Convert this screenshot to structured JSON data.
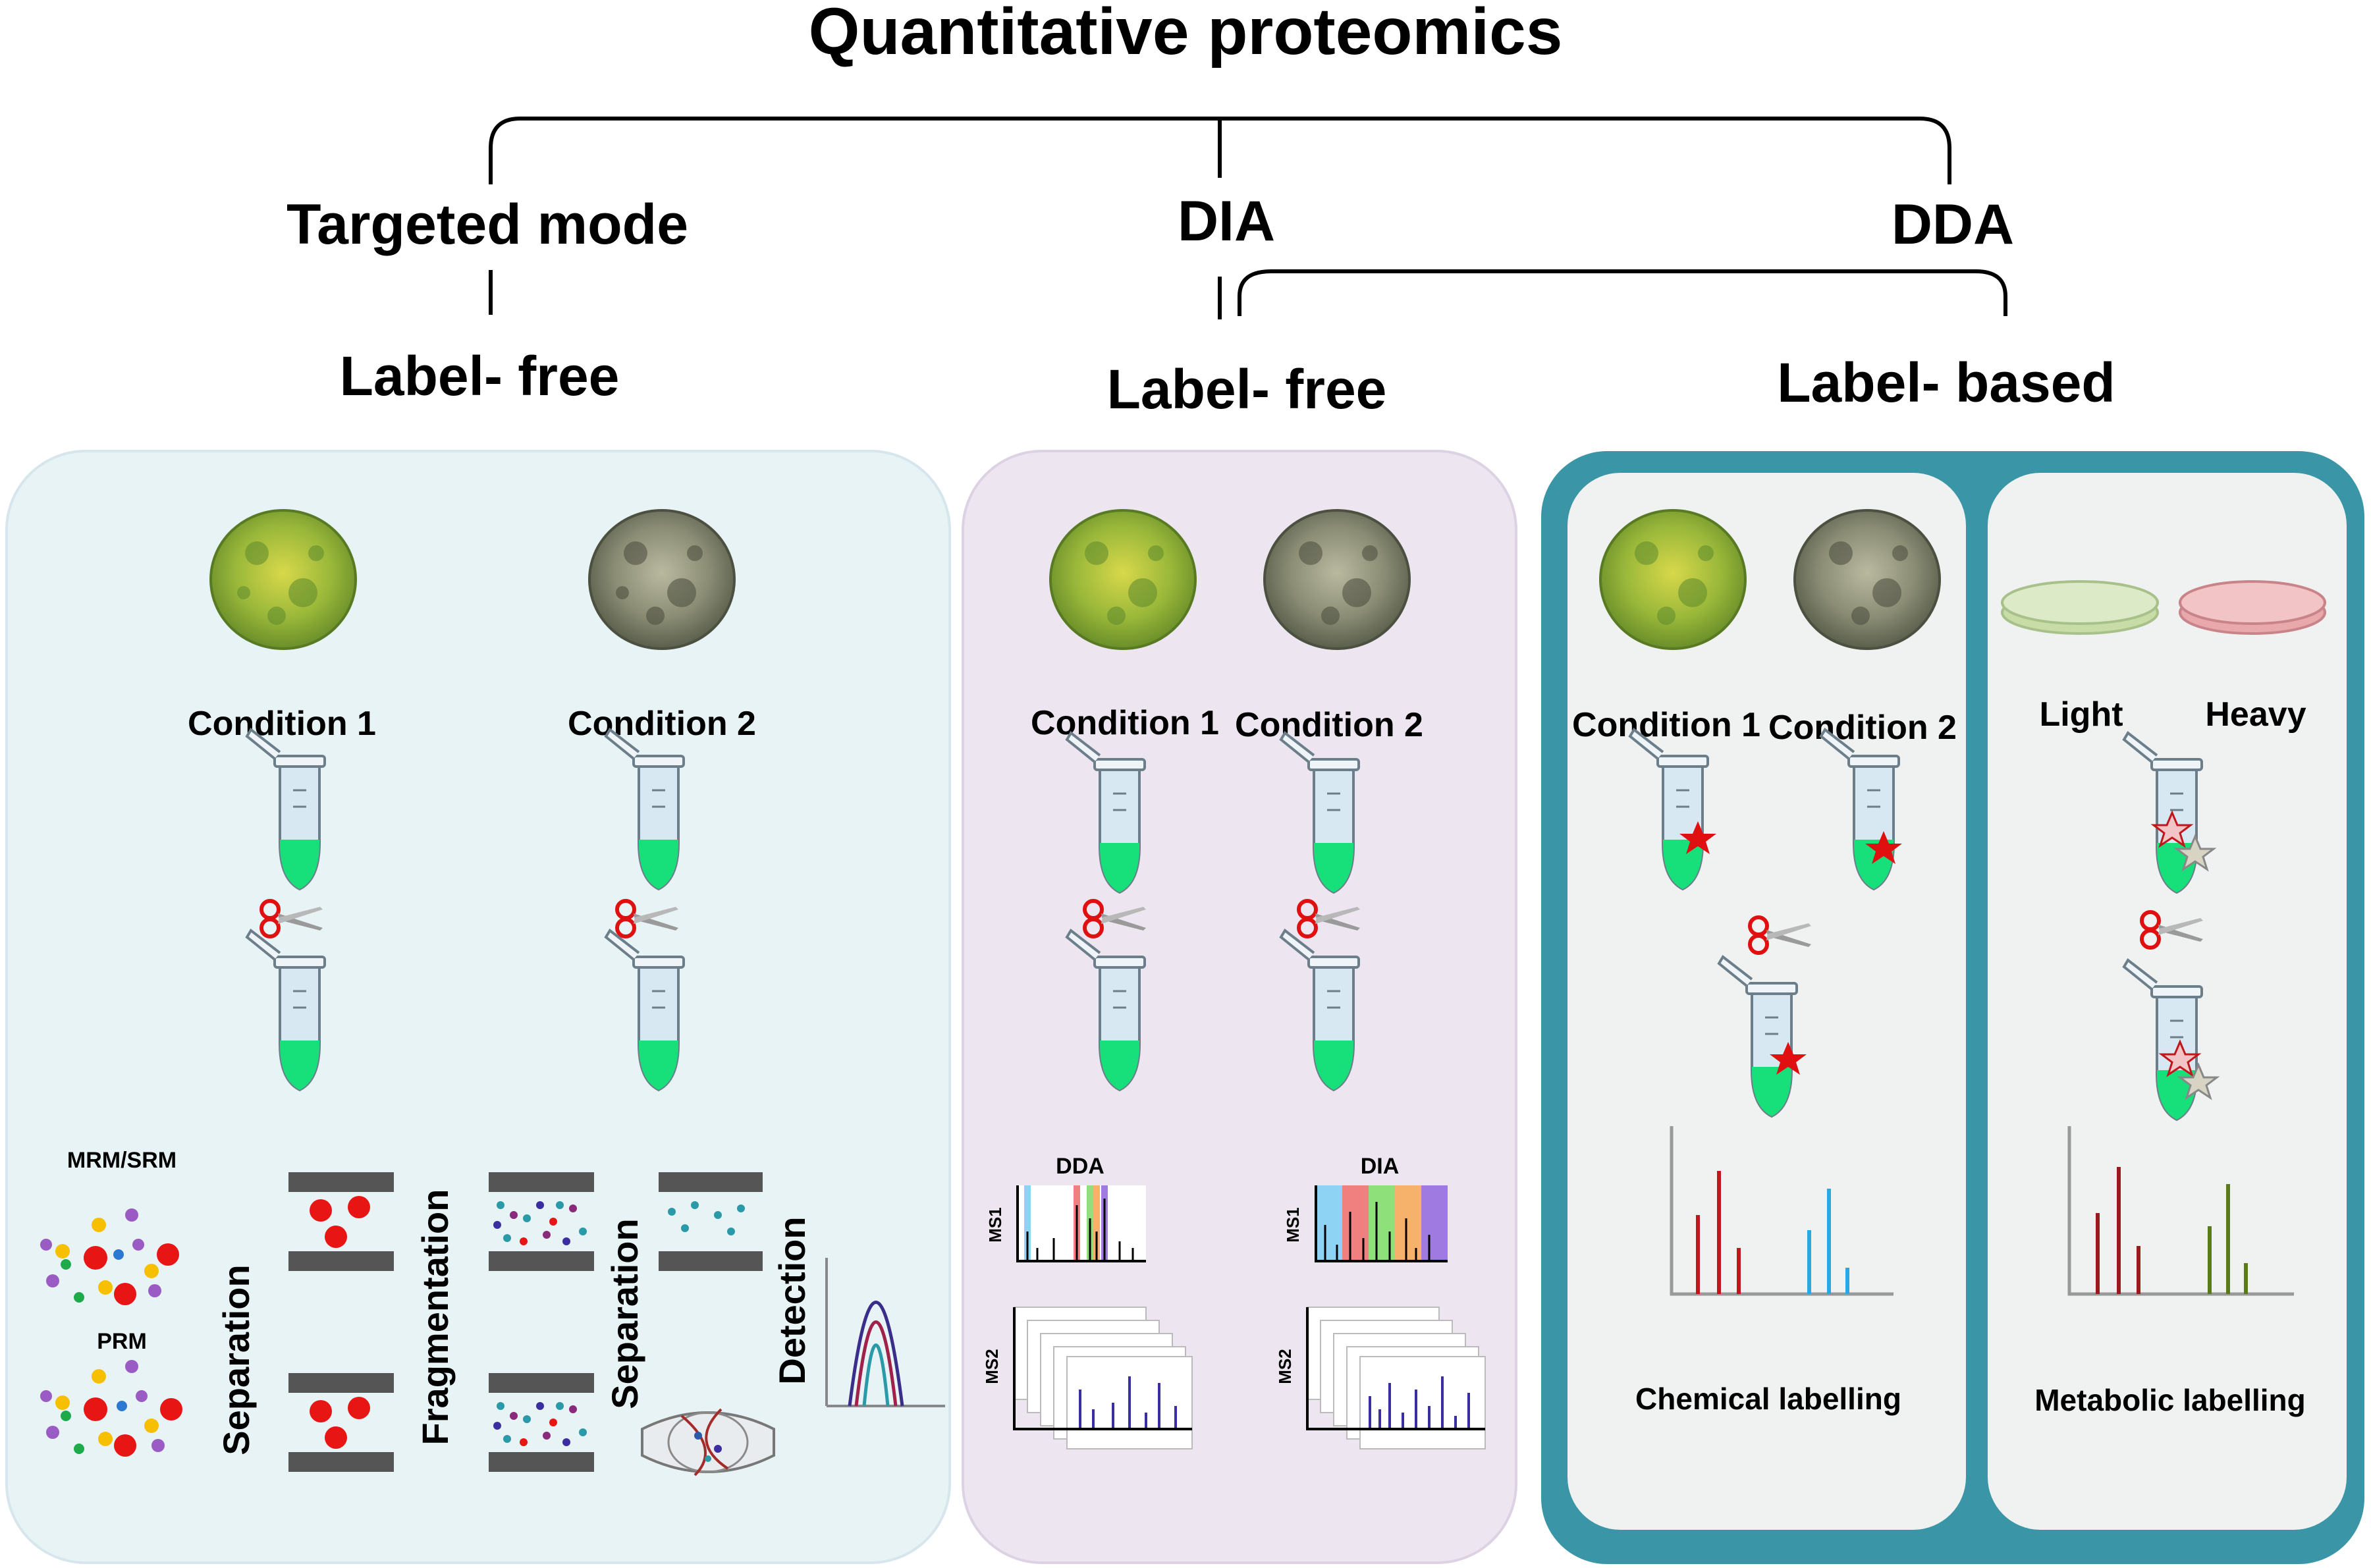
{
  "title": "Quantitative proteomics",
  "branches": {
    "targeted": "Targeted mode",
    "dia": "DIA",
    "dda": "DDA"
  },
  "sub_labels": {
    "targeted": "Label- free",
    "dia": "Label- free",
    "dda": "Label- based"
  },
  "panel_targeted": {
    "condition1": "Condition 1",
    "condition2": "Condition 2",
    "mrm_label": "MRM/SRM",
    "prm_label": "PRM",
    "separation1": "Separation",
    "fragmentation": "Fragmentation",
    "separation2": "Separation",
    "detection": "Detection"
  },
  "panel_dia": {
    "condition1": "Condition 1",
    "condition2": "Condition 2",
    "dda_label": "DDA",
    "dia_label": "DIA",
    "ms1": "MS1",
    "ms2": "MS2"
  },
  "panel_chemical": {
    "condition1": "Condition 1",
    "condition2": "Condition 2",
    "caption": "Chemical labelling"
  },
  "panel_metabolic": {
    "light": "Light",
    "heavy": "Heavy",
    "caption": "Metabolic labelling"
  },
  "colors": {
    "panel_targeted_bg": "#e8f3f6",
    "panel_dia_bg": "#ede6f0",
    "panel_based_frame": "#3a96a6",
    "panel_inner_bg": "#f0f1f1",
    "tube_fill": "#17e07a",
    "label_star": "#e01010",
    "peak_red": "#c0161c",
    "peak_blue": "#29a9e0",
    "peak_green": "#5a7a1e",
    "ms2_bars": "#3a2ea0"
  }
}
